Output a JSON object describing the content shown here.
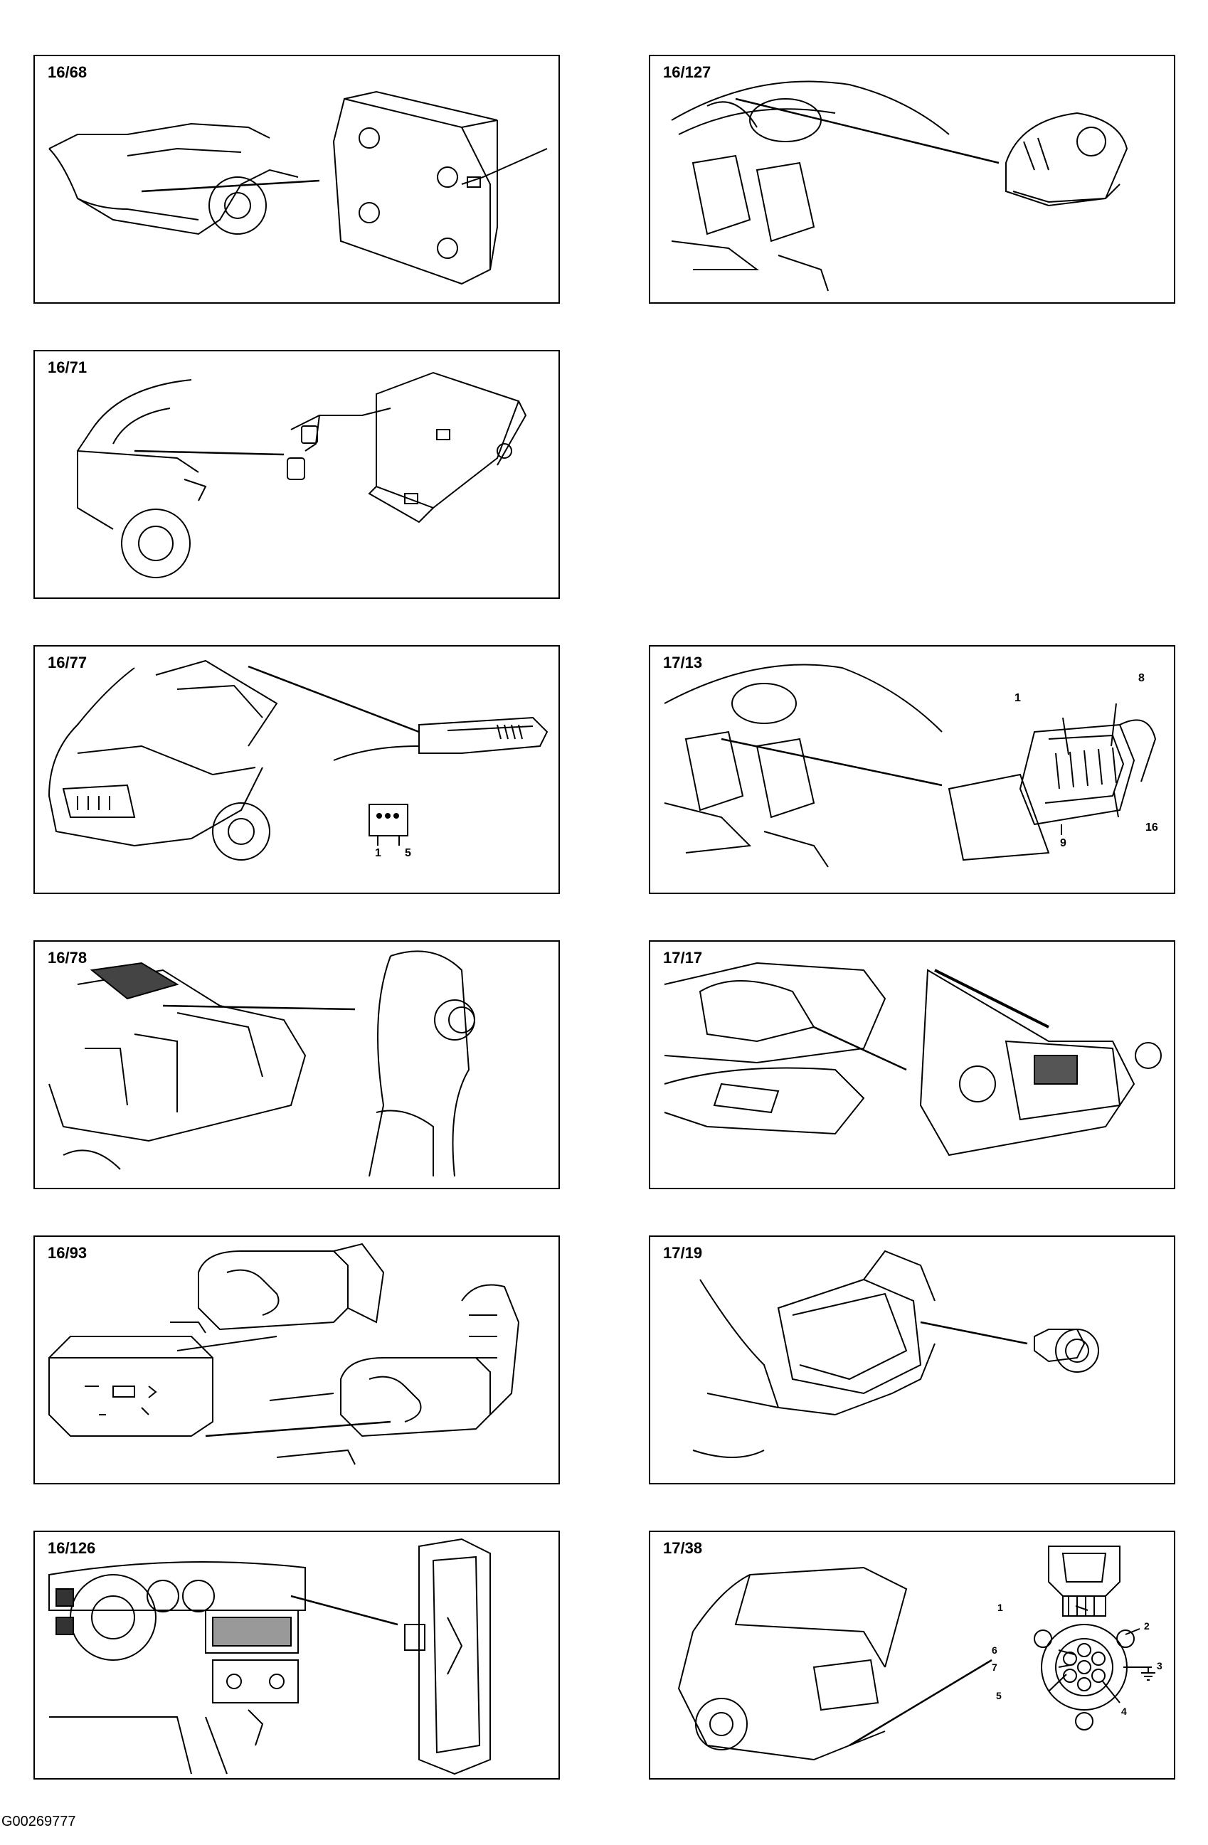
{
  "footer_code": "G00269777",
  "panels": {
    "p1668": {
      "label": "16/68"
    },
    "p16127": {
      "label": "16/127"
    },
    "p1671": {
      "label": "16/71"
    },
    "p1677": {
      "label": "16/77",
      "callouts": [
        "1",
        "5"
      ]
    },
    "p1713": {
      "label": "17/13",
      "callouts": [
        "1",
        "8",
        "9",
        "16"
      ]
    },
    "p1678": {
      "label": "16/78"
    },
    "p1717": {
      "label": "17/17"
    },
    "p1693": {
      "label": "16/93"
    },
    "p1719": {
      "label": "17/19"
    },
    "p16126": {
      "label": "16/126"
    },
    "p1738": {
      "label": "17/38",
      "callouts": [
        "1",
        "2",
        "3",
        "4",
        "5",
        "6",
        "7"
      ]
    }
  }
}
